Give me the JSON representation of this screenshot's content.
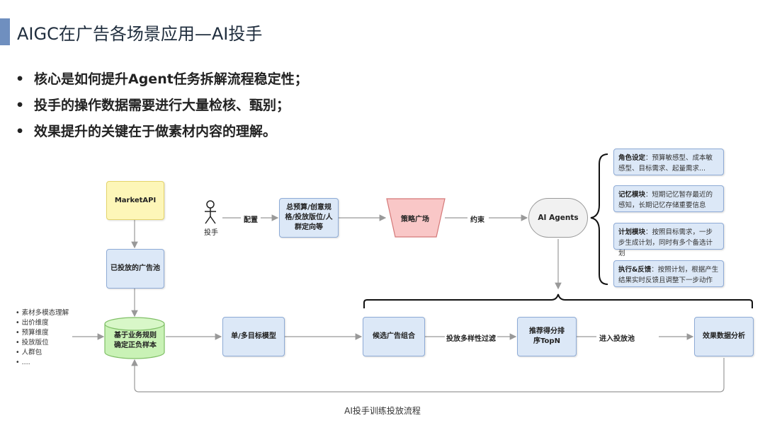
{
  "title": "AIGC在广告各场景应用—AI投手",
  "bullets": [
    "核心是如何提升Agent任务拆解流程稳定性；",
    "投手的操作数据需要进行大量检核、甄别；",
    "效果提升的关键在于做素材内容的理解。"
  ],
  "diagram": {
    "market_api": "MarketAPI",
    "placed_pool": "已投放的广告池",
    "sample_db_line1": "基于业务规则",
    "sample_db_line2": "确定正负样本",
    "factors": [
      "素材多模态理解",
      "出价维度",
      "预算维度",
      "投放版位",
      "人群包",
      "...."
    ],
    "trader": "投手",
    "config_label": "配置",
    "settings_box": "总预算/创意规格/投放版位/人群定向等",
    "strategy_plaza": "策略广场",
    "constraint_label": "约束",
    "ai_agents": "AI Agents",
    "modules": [
      {
        "name": "角色设定",
        "desc": "：预算敏感型、成本敏感型、目标需求、起量需求..."
      },
      {
        "name": "记忆模块",
        "desc": "：短期记忆暂存最近的感知，长期记忆存储重要信息"
      },
      {
        "name": "计划模块",
        "desc": "：按照目标需求，一步步生成计划，同时有多个备选计划"
      },
      {
        "name": "执行&反馈",
        "desc": "：按照计划，根据产生结果实时反馈且调整下一步动作"
      }
    ],
    "model_box": "单/多目标模型",
    "candidate_box": "候选广告组合",
    "diversity_label": "投放多样性过滤",
    "rank_box": "推荐得分排序TopN",
    "enter_pool_label": "进入投放池",
    "analysis_box": "效果数据分析"
  },
  "caption": "AI投手训练投放流程",
  "colors": {
    "box_fill": "#dce8f7",
    "box_border": "#8eabd6",
    "yellow_fill": "#fdf6b8",
    "green_fill": "#c9f2b6",
    "red_fill": "#f9c7c7",
    "title_accent": "#6f8fbf"
  }
}
